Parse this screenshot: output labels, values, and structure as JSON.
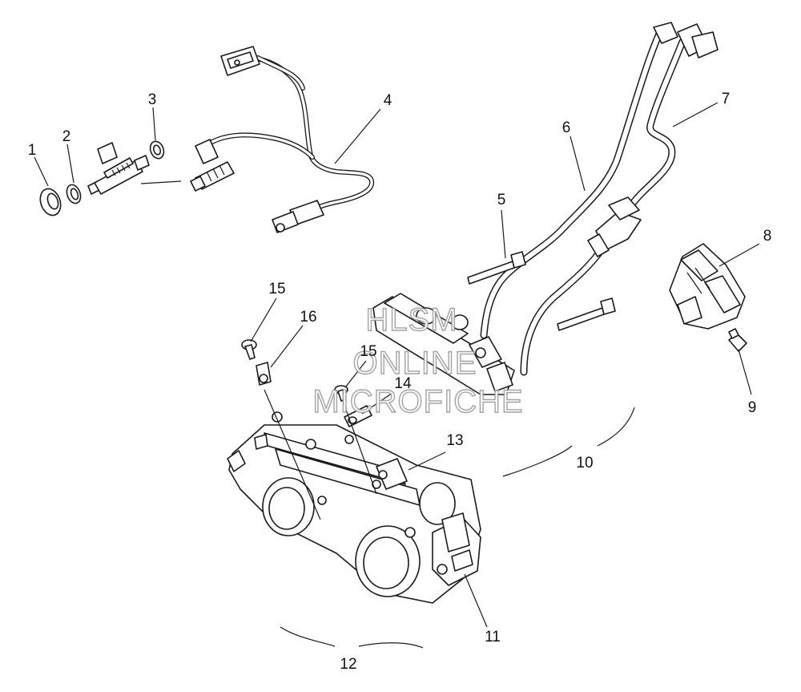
{
  "callouts": {
    "c1": "1",
    "c2": "2",
    "c3": "3",
    "c4": "4",
    "c5": "5",
    "c6": "6",
    "c7": "7",
    "c8": "8",
    "c9": "9",
    "c10": "10",
    "c11": "11",
    "c12": "12",
    "c13": "13",
    "c14": "14",
    "c15a": "15",
    "c15b": "15",
    "c16": "16"
  },
  "watermark": {
    "line1": "HLSM",
    "line2": "ONLINE",
    "line3": "MICROFICHE"
  }
}
